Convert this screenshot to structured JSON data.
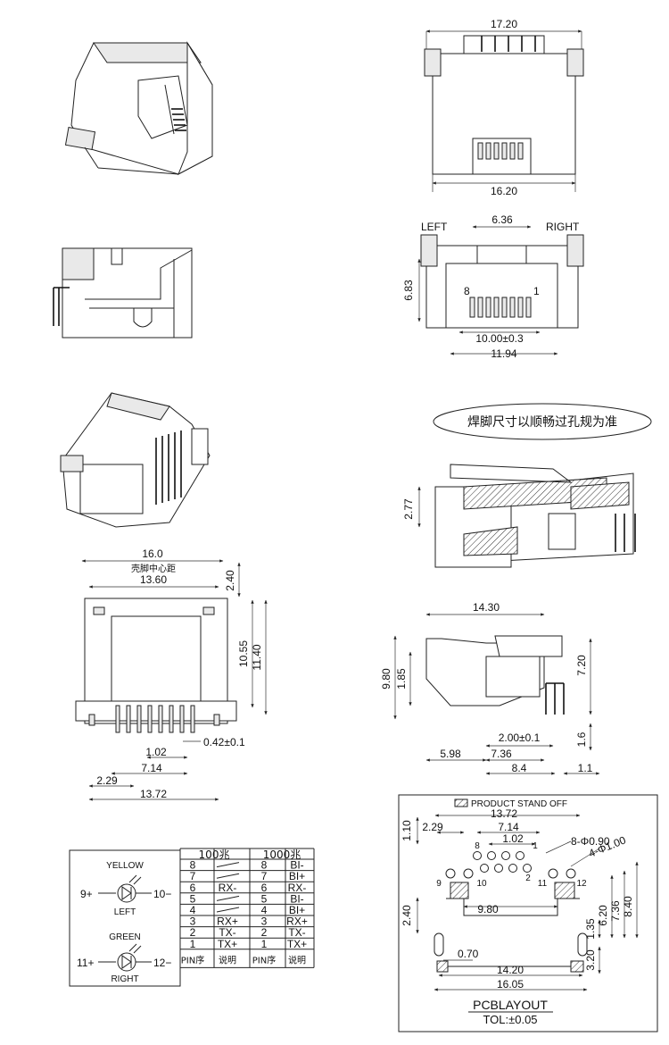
{
  "top_front": {
    "overall": "17.20",
    "base": "16.20"
  },
  "front": {
    "left": "LEFT",
    "right": "RIGHT",
    "led_gap": "6.36",
    "height": "6.83",
    "pin8": "8",
    "pin1": "1",
    "pin_span": "10.00±0.3",
    "width": "11.94"
  },
  "note": "焊脚尺寸以顺畅过孔规为准",
  "section": {
    "height": "2.77"
  },
  "bottom": {
    "overall": "16.0",
    "overall_note": "壳脚中心距",
    "inner": "13.60",
    "top_gap": "2.40",
    "h1": "10.55",
    "h2": "11.40",
    "pin_w": "0.42±0.1",
    "pitch": "1.02",
    "span": "7.14",
    "offset": "2.29",
    "total": "13.72"
  },
  "side": {
    "length": "14.30",
    "h_total": "9.80",
    "h_low": "1.85",
    "h_right": "7.20",
    "d1": "2.00±0.1",
    "d2": "1.6",
    "d3": "5.98",
    "d4": "7.36",
    "d5": "8.4",
    "d6": "1.1"
  },
  "pcb": {
    "legend": "PRODUCT STAND OFF",
    "w1": "13.72",
    "v1": "1.10",
    "d229": "2.29",
    "d714": "7.14",
    "d102": "1.02",
    "hole_small": "8-Φ0.90",
    "hole_big": "4-Φ1.00",
    "pin8": "8",
    "pin1": "1",
    "pin2": "2",
    "pin9": "9",
    "pin10": "10",
    "pin11": "11",
    "pin12": "12",
    "d980": "9.80",
    "d240": "2.40",
    "d135": "1.35",
    "d620": "6.20",
    "d736": "7.36",
    "d840": "8.40",
    "d070": "0.70",
    "d320": "3.20",
    "d1420": "14.20",
    "d1605": "16.05",
    "title": "PCBLAYOUT",
    "tol": "TOL:±0.05"
  },
  "leds": {
    "yellow": "YELLOW",
    "left": "LEFT",
    "p9": "9+",
    "p10": "10−",
    "green": "GREEN",
    "right": "RIGHT",
    "p11": "11+",
    "p12": "12−"
  },
  "pin_table": {
    "h100": "100兆",
    "h1000": "1000兆",
    "rows": [
      {
        "pin": "8",
        "s100": "",
        "pin2": "8",
        "s1000": "BI-"
      },
      {
        "pin": "7",
        "s100": "",
        "pin2": "7",
        "s1000": "BI+"
      },
      {
        "pin": "6",
        "s100": "RX-",
        "pin2": "6",
        "s1000": "RX-"
      },
      {
        "pin": "5",
        "s100": "",
        "pin2": "5",
        "s1000": "BI-"
      },
      {
        "pin": "4",
        "s100": "",
        "pin2": "4",
        "s1000": "BI+"
      },
      {
        "pin": "3",
        "s100": "RX+",
        "pin2": "3",
        "s1000": "RX+"
      },
      {
        "pin": "2",
        "s100": "TX-",
        "pin2": "2",
        "s1000": "TX-"
      },
      {
        "pin": "1",
        "s100": "TX+",
        "pin2": "1",
        "s1000": "TX+"
      }
    ],
    "f_pin": "PIN序",
    "f_desc": "说明",
    "f_pin2": "PIN序",
    "f_desc2": "说明"
  }
}
